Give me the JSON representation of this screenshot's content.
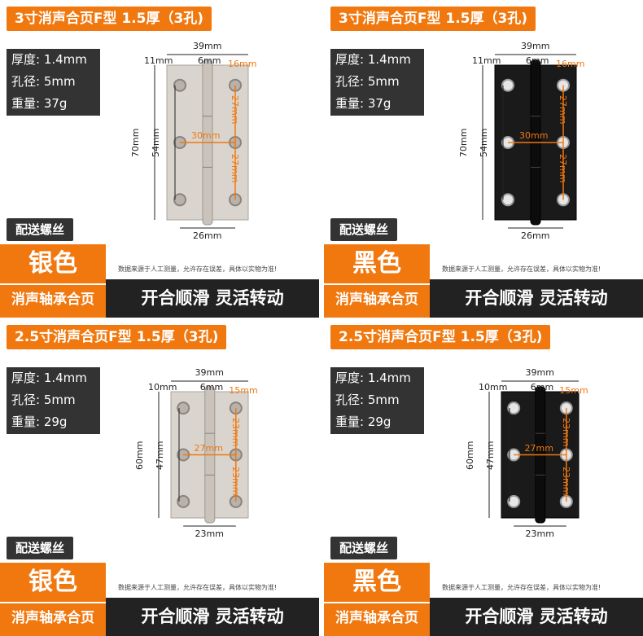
{
  "panels": [
    {
      "title": "3寸消声合页F型 1.5厚（3孔)",
      "specs": [
        "厚度: 1.4mm",
        "孔径: 5mm",
        "重量: 37g"
      ],
      "dims": {
        "width": "39mm",
        "left": "11mm",
        "knuckle": "6mm",
        "leaf": "16mm",
        "height": "70mm",
        "holes": "54mm",
        "vert1": "27mm",
        "vert2": "27mm",
        "horiz": "30mm",
        "bottom": "26mm"
      },
      "screws": "配送螺丝",
      "color_name": "银色",
      "color_sub": "消声轴承合页",
      "note": "数据来源于人工测量，允许存在误差，具体以实物为准!",
      "slogan": "开合顺滑 灵活转动",
      "finish": "#d9d4cd"
    },
    {
      "title": "3寸消声合页F型 1.5厚（3孔)",
      "specs": [
        "厚度: 1.4mm",
        "孔径: 5mm",
        "重量: 37g"
      ],
      "dims": {
        "width": "39mm",
        "left": "11mm",
        "knuckle": "6mm",
        "leaf": "16mm",
        "height": "70mm",
        "holes": "54mm",
        "vert1": "27mm",
        "vert2": "27mm",
        "horiz": "30mm",
        "bottom": "26mm"
      },
      "screws": "配送螺丝",
      "color_name": "黑色",
      "color_sub": "消声轴承合页",
      "note": "数据来源于人工测量，允许存在误差，具体以实物为准!",
      "slogan": "开合顺滑 灵活转动",
      "finish": "#1a1a1a"
    },
    {
      "title": "2.5寸消声合页F型 1.5厚（3孔)",
      "specs": [
        "厚度: 1.4mm",
        "孔径: 5mm",
        "重量: 29g"
      ],
      "dims": {
        "width": "39mm",
        "left": "10mm",
        "knuckle": "6mm",
        "leaf": "15mm",
        "height": "60mm",
        "holes": "47mm",
        "vert1": "23mm",
        "vert2": "23mm",
        "horiz": "27mm",
        "bottom": "23mm"
      },
      "screws": "配送螺丝",
      "color_name": "银色",
      "color_sub": "消声轴承合页",
      "note": "数据来源于人工测量，允许存在误差，具体以实物为准!",
      "slogan": "开合顺滑 灵活转动",
      "finish": "#d9d4cd"
    },
    {
      "title": "2.5寸消声合页F型 1.5厚（3孔)",
      "specs": [
        "厚度: 1.4mm",
        "孔径: 5mm",
        "重量: 29g"
      ],
      "dims": {
        "width": "39mm",
        "left": "10mm",
        "knuckle": "6mm",
        "leaf": "15mm",
        "height": "60mm",
        "holes": "47mm",
        "vert1": "23mm",
        "vert2": "23mm",
        "horiz": "27mm",
        "bottom": "23mm"
      },
      "screws": "配送螺丝",
      "color_name": "黑色",
      "color_sub": "消声轴承合页",
      "note": "数据来源于人工测量，允许存在误差，具体以实物为准!",
      "slogan": "开合顺滑 灵活转动",
      "finish": "#1a1a1a"
    }
  ],
  "accent": "#f0780f",
  "dark": "#333333"
}
